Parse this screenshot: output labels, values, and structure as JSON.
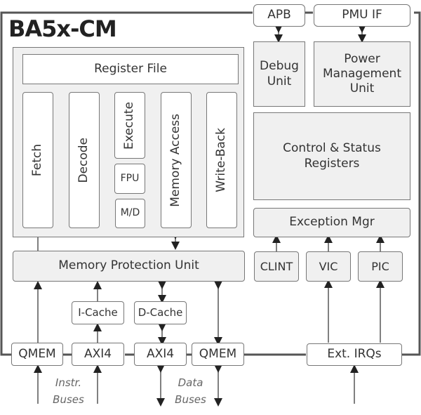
{
  "title": "BA5x-CM",
  "colors": {
    "outline": "#555555",
    "box_border": "#777777",
    "fill_gray": "#f0f0f0",
    "text": "#333333"
  },
  "core": {
    "register_file": "Register File",
    "stages": {
      "fetch": "Fetch",
      "decode": "Decode",
      "execute": "Execute",
      "fpu": "FPU",
      "md": "M/D",
      "memory_access": "Memory Access",
      "write_back": "Write-Back"
    }
  },
  "mpu": "Memory Protection Unit",
  "caches": {
    "icache": "I-Cache",
    "dcache": "D-Cache"
  },
  "bus_ports": {
    "qmem_instr": "QMEM",
    "axi_instr": "AXI4",
    "axi_data": "AXI4",
    "qmem_data": "QMEM"
  },
  "bus_labels": {
    "instr": "Instr.\nBuses",
    "instr_line1": "Instr.",
    "instr_line2": "Buses",
    "data_line1": "Data",
    "data_line2": "Buses"
  },
  "right": {
    "apb": "APB",
    "pmu_if": "PMU IF",
    "debug_unit": "Debug Unit",
    "power_mgmt": "Power Management Unit",
    "csr": "Control & Status Registers",
    "exception_mgr": "Exception Mgr",
    "clint": "CLINT",
    "vic": "VIC",
    "pic": "PIC",
    "ext_irqs": "Ext. IRQs"
  }
}
